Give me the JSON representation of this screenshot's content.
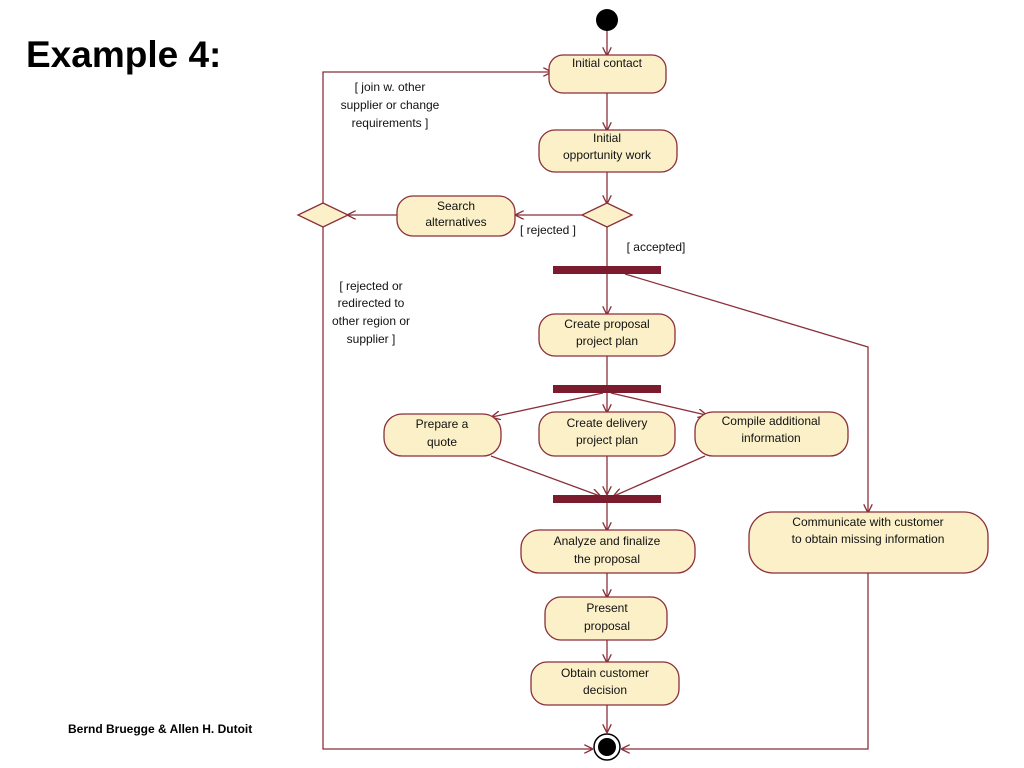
{
  "slide": {
    "title": "Example 4:",
    "footer": "Bernd Bruegge & Allen H. Dutoit"
  },
  "activities": {
    "initial_contact": [
      "Initial contact"
    ],
    "initial_opportunity": [
      "Initial",
      "opportunity work"
    ],
    "search_alternatives": [
      "Search",
      "alternatives"
    ],
    "create_proposal_plan": [
      "Create proposal",
      "project plan"
    ],
    "prepare_quote": [
      "Prepare a",
      "quote"
    ],
    "create_delivery_plan": [
      "Create delivery",
      "project plan"
    ],
    "compile_information": [
      "Compile additional",
      "information"
    ],
    "communicate_customer": [
      "Communicate with customer",
      "to obtain missing information"
    ],
    "analyze_finalize": [
      "Analyze and finalize",
      "the proposal"
    ],
    "present_proposal": [
      "Present",
      "proposal"
    ],
    "obtain_decision": [
      "Obtain customer",
      "decision"
    ]
  },
  "guards": {
    "join_other": [
      "[ join w. other",
      "supplier or change",
      "requirements ]"
    ],
    "rejected": [
      "[ rejected ]"
    ],
    "accepted": [
      "[ accepted]"
    ],
    "rejected_redirected": [
      "[ rejected or",
      "redirected to",
      "other region or",
      "supplier ]"
    ]
  },
  "colors": {
    "activity_fill": "#fbf0c8",
    "line": "#8b2f3a",
    "sync_bar": "#7a1c2e"
  }
}
